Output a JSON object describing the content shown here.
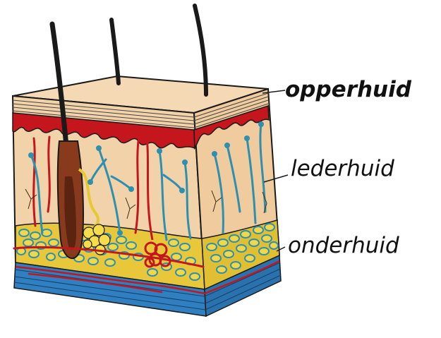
{
  "labels": {
    "epidermis": "opperhuid",
    "dermis": "lederhuid",
    "hypodermis": "onderhuid"
  },
  "colors": {
    "epidermis_top": "#f5d9b5",
    "dermis": "#f2d2a8",
    "blood_red": "#c4161c",
    "nerve_blue": "#2e8fb0",
    "fat_yellow": "#efd23c",
    "base_blue": "#2f7fc1",
    "outline": "#1a1a1a"
  },
  "icons": [
    "hair-strand",
    "hair-follicle",
    "sweat-gland",
    "blood-vessel",
    "fat-cell",
    "nerve-fibre"
  ]
}
